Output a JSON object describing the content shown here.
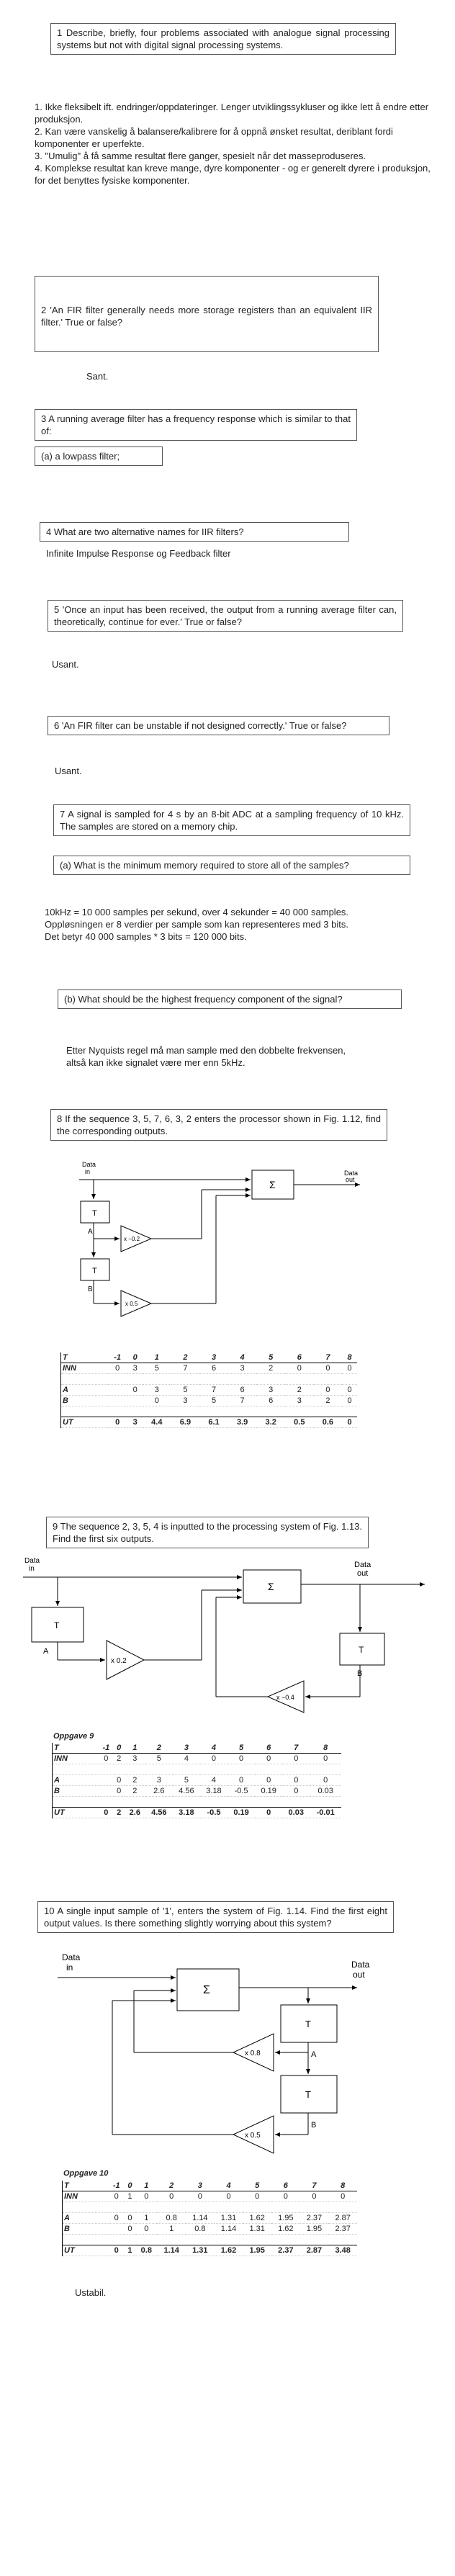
{
  "q1": {
    "question": "1  Describe,  briefly, four  problems  associated  with  analogue  signal  processing systems  but  not  with  digital  signal  processing  systems.",
    "answer_lines": [
      "1. Ikke fleksibelt ift. endringer/oppdateringer. Lenger utviklingssykluser og ikke lett å endre etter produksjon.",
      "2. Kan være vanskelig å balansere/kalibrere for å oppnå ønsket resultat, deriblant fordi komponenter er uperfekte.",
      "3. \"Umulig\" å få samme resultat flere ganger, spesielt når det masseproduseres.",
      "4.  Komplekse resultat kan kreve mange, dyre komponenter - og er generelt dyrere i produksjon, for det benyttes fysiske komponenter."
    ]
  },
  "q2": {
    "question": "2  'An  FIR  filter  generally  needs  more  storage  registers  than  an  equivalent  IIR filter.'  True  or  false?",
    "answer": "Sant."
  },
  "q3": {
    "question": "3  A  running  average  filter has  a frequency  response  which is similar to that of:",
    "option": "(a)  a  lowpass  filter;"
  },
  "q4": {
    "question": "4  What  are  two  alternative  names  for  IIR  filters?",
    "answer": "Infinite Impulse Response og Feedback filter"
  },
  "q5": {
    "question": "5  'Once  an  input  has  been  received,  the  output  from  a  running  average filter can,  theoretically, continue  for  ever.'  True  or  false?",
    "answer": "Usant."
  },
  "q6": {
    "question": "6  'An  FIR filter can be unstable  if not designed correctly.'  True  or  false?",
    "answer": "Usant."
  },
  "q7": {
    "question": "7  A  signal  is  sampled  for  4  s  by  an  8-bit  ADC  at  a  sampling  frequency  of  10 kHz.  The  samples  are  stored  on  a memory  chip.",
    "sub_a": "(a)  What  is  the  minimum  memory  required  to  store  all  of  the  samples?",
    "answer_a_lines": [
      "10kHz = 10 000 samples per sekund, over 4 sekunder = 40 000 samples.",
      "Oppløsningen er 8 verdier per sample som kan representeres med 3 bits.",
      "Det betyr 40 000 samples * 3 bits = 120 000 bits."
    ],
    "sub_b": "(b)  What  should  be  the  highest  frequency  component  of  the  signal?",
    "answer_b": "Etter Nyquists regel må man sample med den dobbelte frekvensen, altså kan ikke signalet være mer enn 5kHz."
  },
  "q8": {
    "question": "8  If the  sequence  3,  5,  7,  6,  3,  2 enters  the processor  shown  in  Fig.  1.12,  find  the  corresponding  outputs.",
    "diagram": {
      "data_in": [
        "Data",
        "in"
      ],
      "data_out": [
        "Data",
        "out"
      ],
      "sum": "Σ",
      "delay": "T",
      "mul1": "x −0.2",
      "mul2": "x 0.5",
      "node_a": "A",
      "node_b": "B"
    },
    "table": {
      "header": [
        "T",
        "-1",
        "0",
        "1",
        "2",
        "3",
        "4",
        "5",
        "6",
        "7",
        "8"
      ],
      "rows": [
        [
          "INN",
          "0",
          "3",
          "5",
          "7",
          "6",
          "3",
          "2",
          "0",
          "0",
          "0"
        ],
        [
          "",
          "",
          "",
          "",
          "",
          "",
          "",
          "",
          "",
          "",
          ""
        ],
        [
          "A",
          "",
          "0",
          "3",
          "5",
          "7",
          "6",
          "3",
          "2",
          "0",
          "0"
        ],
        [
          "B",
          "",
          "",
          "0",
          "3",
          "5",
          "7",
          "6",
          "3",
          "2",
          "0"
        ],
        [
          "",
          "",
          "",
          "",
          "",
          "",
          "",
          "",
          "",
          "",
          ""
        ]
      ],
      "ut": [
        "UT",
        "0",
        "3",
        "4.4",
        "6.9",
        "6.1",
        "3.9",
        "3.2",
        "0.5",
        "0.6",
        "0"
      ]
    }
  },
  "q9": {
    "question": "9  The sequence 2, 3, 5, 4 is inputted to the processing  system of Fig.  1.13. Find the  first six outputs.",
    "diagram": {
      "data_in": [
        "Data",
        "in"
      ],
      "data_out": [
        "Data",
        "out"
      ],
      "sum": "Σ",
      "delay": "T",
      "mul1": "x 0.2",
      "mul2": "x −0.4",
      "node_a": "A",
      "node_b": "B"
    },
    "caption": "Oppgave 9",
    "table": {
      "header": [
        "T",
        "-1",
        "0",
        "1",
        "2",
        "3",
        "4",
        "5",
        "6",
        "7",
        "8"
      ],
      "rows": [
        [
          "INN",
          "0",
          "2",
          "3",
          "5",
          "4",
          "0",
          "0",
          "0",
          "0",
          "0"
        ],
        [
          "",
          "",
          "",
          "",
          "",
          "",
          "",
          "",
          "",
          "",
          ""
        ],
        [
          "A",
          "",
          "0",
          "2",
          "3",
          "5",
          "4",
          "0",
          "0",
          "0",
          "0"
        ],
        [
          "B",
          "",
          "0",
          "2",
          "2.6",
          "4.56",
          "3.18",
          "-0.5",
          "0.19",
          "0",
          "0.03"
        ],
        [
          "",
          "",
          "",
          "",
          "",
          "",
          "",
          "",
          "",
          "",
          ""
        ]
      ],
      "ut": [
        "UT",
        "0",
        "2",
        "2.6",
        "4.56",
        "3.18",
        "-0.5",
        "0.19",
        "0",
        "0.03",
        "-0.01"
      ]
    }
  },
  "q10": {
    "question": "10 A  single  input  sample  of  '1',  enters  the  system  of  Fig.  1.14.  Find  the  first eight output values.  Is there  something  slightly worrying  about  this  system?",
    "diagram": {
      "data_in": [
        "Data",
        "in"
      ],
      "data_out": [
        "Data",
        "out"
      ],
      "sum": "Σ",
      "delay": "T",
      "mul1": "x 0.8",
      "mul2": "x 0.5",
      "node_a": "A",
      "node_b": "B"
    },
    "caption": "Oppgave 10",
    "table": {
      "header": [
        "T",
        "-1",
        "0",
        "1",
        "2",
        "3",
        "4",
        "5",
        "6",
        "7",
        "8"
      ],
      "rows": [
        [
          "INN",
          "0",
          "1",
          "0",
          "0",
          "0",
          "0",
          "0",
          "0",
          "0",
          "0"
        ],
        [
          "",
          "",
          "",
          "",
          "",
          "",
          "",
          "",
          "",
          "",
          ""
        ],
        [
          "A",
          "0",
          "0",
          "1",
          "0.8",
          "1.14",
          "1.31",
          "1.62",
          "1.95",
          "2.37",
          "2.87"
        ],
        [
          "B",
          "",
          "0",
          "0",
          "1",
          "0.8",
          "1.14",
          "1.31",
          "1.62",
          "1.95",
          "2.37"
        ],
        [
          "",
          "",
          "",
          "",
          "",
          "",
          "",
          "",
          "",
          "",
          ""
        ]
      ],
      "ut": [
        "UT",
        "0",
        "1",
        "0.8",
        "1.14",
        "1.31",
        "1.62",
        "1.95",
        "2.37",
        "2.87",
        "3.48"
      ]
    },
    "answer": "Ustabil."
  }
}
